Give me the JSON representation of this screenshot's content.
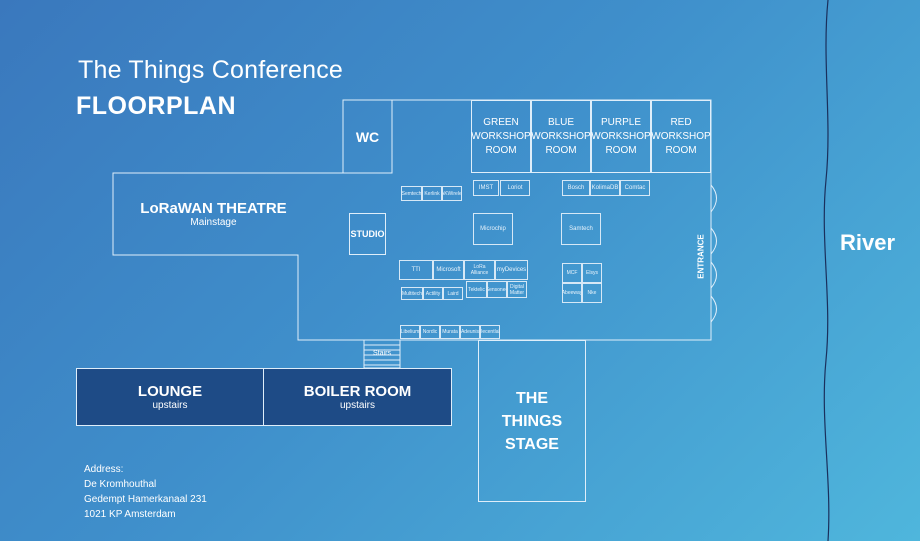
{
  "header": {
    "title": "The Things Conference",
    "subtitle": "FLOORPLAN"
  },
  "rooms": {
    "wc": "WC",
    "theatre": {
      "name": "LoRaWAN THEATRE",
      "sub": "Mainstage"
    },
    "studio": "STUDIO",
    "green": [
      "GREEN",
      "WORKSHOP",
      "ROOM"
    ],
    "blue": [
      "BLUE",
      "WORKSHOP",
      "ROOM"
    ],
    "purple": [
      "PURPLE",
      "WORKSHOP",
      "ROOM"
    ],
    "red": [
      "RED",
      "WORKSHOP",
      "ROOM"
    ],
    "lounge": {
      "name": "LOUNGE",
      "sub": "upstairs"
    },
    "boiler": {
      "name": "BOILER ROOM",
      "sub": "upstairs"
    },
    "stage": [
      "THE",
      "THINGS",
      "STAGE"
    ],
    "stairs": "Stairs",
    "entrance": "ENTRANCE"
  },
  "booths": {
    "row1": [
      "Semtech",
      "Kerlink",
      "RAKWireless"
    ],
    "imst": "IMST",
    "loriot": "Loriot",
    "bosch": "Bosch",
    "kolimadb": "KolimaDB",
    "comtac": "Comtac",
    "microchip": "Microchip",
    "samtech": "Samtech",
    "ttti": "TTI",
    "microsoft": "Microsoft",
    "loraalliance": "LoRa Alliance",
    "mydevices": "myDevices",
    "row3": [
      "Multitech",
      "Actility",
      "Laird"
    ],
    "row3b": [
      "Tektelic",
      "Sensoneo",
      "Digital Matter"
    ],
    "right1": [
      "MCF",
      "Elsys"
    ],
    "right2": [
      "Abeeway",
      "Nke"
    ],
    "bottom": [
      "Libelium",
      "Nordic",
      "Murata",
      "Adeunis",
      "Decentlab"
    ]
  },
  "address": [
    "Address:",
    "De Kromhouthal",
    "Gedempt Hamerkanaal 231",
    "1021 KP Amsterdam"
  ],
  "map": {
    "river": "River"
  }
}
